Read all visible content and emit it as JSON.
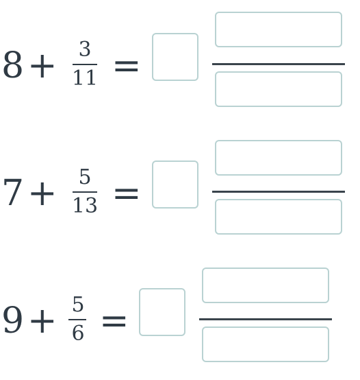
{
  "problems": [
    {
      "whole": "8",
      "plus": "+",
      "numerator": "3",
      "denominator": "11",
      "equals": "="
    },
    {
      "whole": "7",
      "plus": "+",
      "numerator": "5",
      "denominator": "13",
      "equals": "="
    },
    {
      "whole": "9",
      "plus": "+",
      "numerator": "5",
      "denominator": "6",
      "equals": "="
    }
  ],
  "colors": {
    "text": "#2f3a44",
    "input_border": "#b9d2d2",
    "fraction_bar": "#3a444c"
  }
}
